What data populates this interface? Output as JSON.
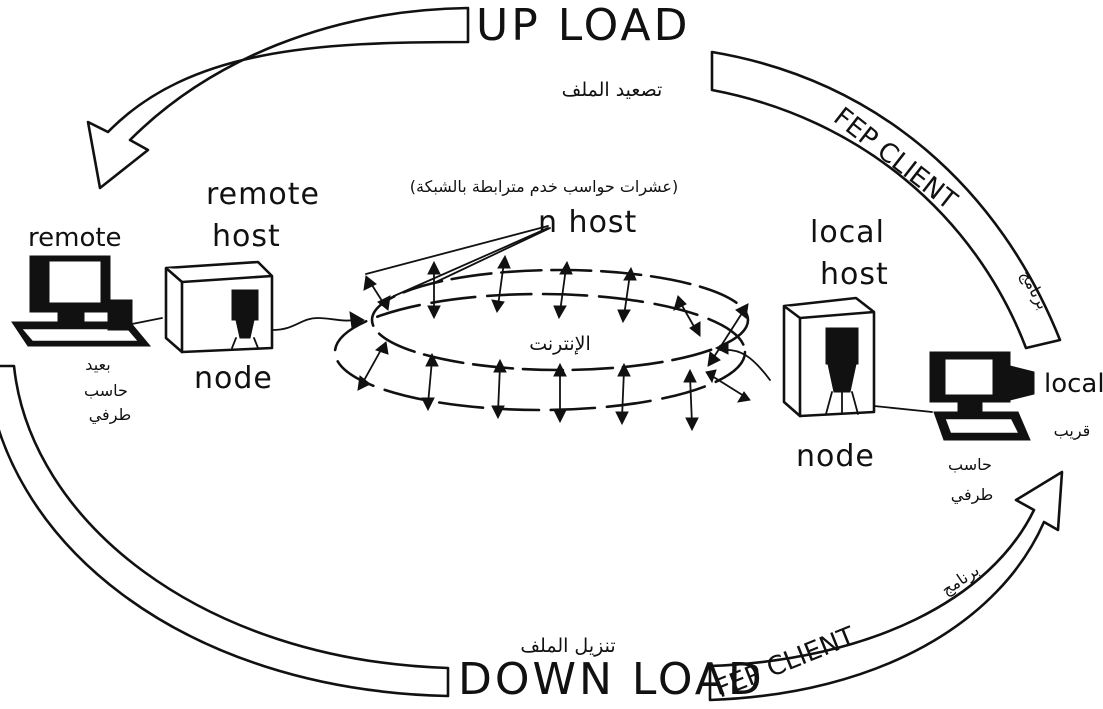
{
  "top": {
    "upload_label": "UP LOAD",
    "upload_arabic": "تصعيد الملف"
  },
  "bottom": {
    "download_label": "DOWN LOAD",
    "download_arabic": "تنزيل الملف"
  },
  "right_arc": {
    "ftp_client_top": "FEP CLIENT",
    "ftp_client_top_arabic": "برنامج",
    "ftp_client_bottom": "FEP CLIENT",
    "ftp_client_bottom_arabic": "برنامج"
  },
  "remote_computer": {
    "label": "remote",
    "arabic_line1": "بعيد",
    "arabic_line2": "حاسب",
    "arabic_line3": "طرفي"
  },
  "remote_host": {
    "label_line1": "remote",
    "label_line2": "host",
    "node_label": "node"
  },
  "internet": {
    "host_label": "n host",
    "host_arabic": "(عشرات حواسب خدم مترابطة بالشبكة)",
    "center_arabic": "الإنترنت"
  },
  "local_host": {
    "label_line1": "local",
    "label_line2": "host",
    "node_label": "node"
  },
  "local_computer": {
    "label": "local",
    "arabic_near": "قريب",
    "arabic_line1": "حاسب",
    "arabic_line2": "طرفي"
  }
}
